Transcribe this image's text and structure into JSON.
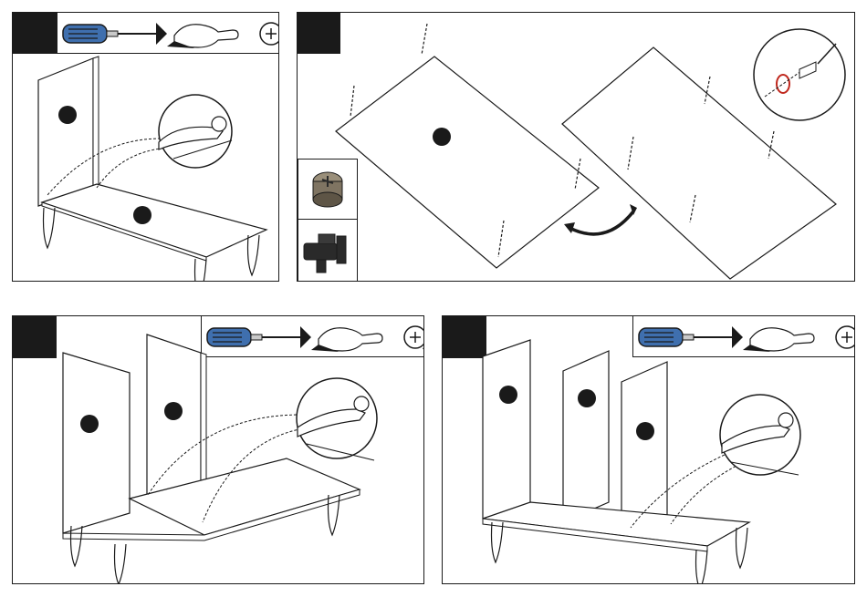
{
  "steps": [
    {
      "tool": "screwdriver",
      "action": "turn-clockwise"
    },
    {
      "tool": "none",
      "action": "flip-panel",
      "hardware": [
        "cam-lock-nut",
        "shelf-support-pin"
      ]
    },
    {
      "tool": "screwdriver",
      "action": "turn-clockwise"
    },
    {
      "tool": "screwdriver",
      "action": "turn-clockwise"
    }
  ],
  "colors": {
    "outline": "#1a1a1a",
    "badge": "#1a1a1a",
    "screwdriver_handle": "#3f6fae",
    "cam_ring": "#c0281e"
  }
}
